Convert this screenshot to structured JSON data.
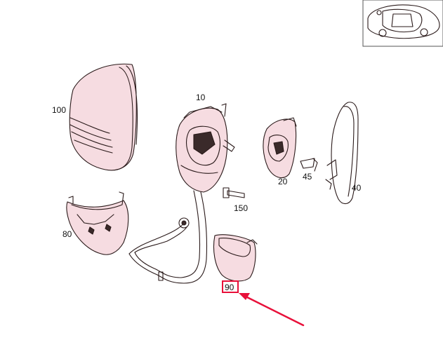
{
  "colors": {
    "accent": "#e8103a",
    "part_tint": "#f6dce1",
    "line": "#2a1a1a",
    "thumbnail_border": "#555555"
  },
  "parts": [
    {
      "id": "100"
    },
    {
      "id": "10"
    },
    {
      "id": "20"
    },
    {
      "id": "45"
    },
    {
      "id": "40"
    },
    {
      "id": "150"
    },
    {
      "id": "80"
    },
    {
      "id": "90"
    }
  ],
  "highlighted_part": "90"
}
